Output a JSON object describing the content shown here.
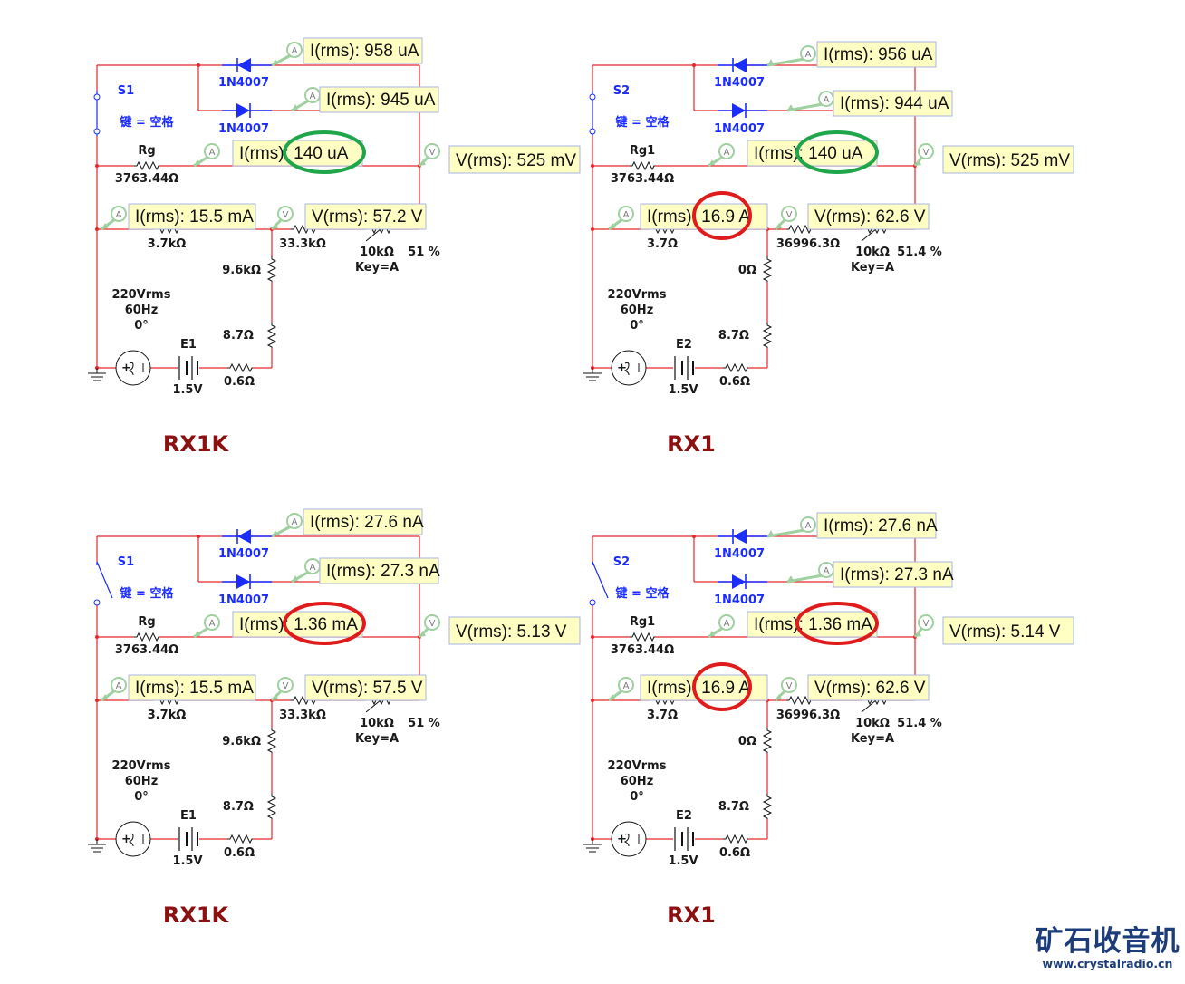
{
  "panels": [
    {
      "title": "RX1K",
      "switch_name": "S1",
      "switch_key": "键 = 空格",
      "switch_closed": true,
      "diode1": "1N4007",
      "diode2": "1N4007",
      "rg_name": "Rg",
      "rg_value": "3763.44Ω",
      "r1": "3.7kΩ",
      "r2": "33.3kΩ",
      "r3": "9.6kΩ",
      "r4": "8.7Ω",
      "r5": "0.6Ω",
      "pot": "10kΩ",
      "pot_pct": "51 %",
      "pot_key": "Key=A",
      "source": [
        "220Vrms",
        "60Hz",
        "0°"
      ],
      "battery_name": "E1",
      "battery_v": "1.5V",
      "meters": {
        "d1": "I(rms): 958 uA",
        "d2": "I(rms): 945 uA",
        "rg": "I(rms): 140 uA",
        "vrg": "V(rms): 525 mV",
        "main": "I(rms): 15.5 mA",
        "vpot": "V(rms): 57.2 V"
      },
      "highlight_rg": "#1fa64a",
      "highlight_main": null
    },
    {
      "title": "RX1",
      "switch_name": "S2",
      "switch_key": "键 = 空格",
      "switch_closed": true,
      "diode1": "1N4007",
      "diode2": "1N4007",
      "rg_name": "Rg1",
      "rg_value": "3763.44Ω",
      "r1": "3.7Ω",
      "r2": "36996.3Ω",
      "r3": "0Ω",
      "r4": "8.7Ω",
      "r5": "0.6Ω",
      "pot": "10kΩ",
      "pot_pct": "51.4 %",
      "pot_key": "Key=A",
      "source": [
        "220Vrms",
        "60Hz",
        "0°"
      ],
      "battery_name": "E2",
      "battery_v": "1.5V",
      "meters": {
        "d1": "I(rms): 956 uA",
        "d2": "I(rms): 944 uA",
        "rg": "I(rms): 140 uA",
        "vrg": "V(rms): 525 mV",
        "main": "I(rms): 16.9 A",
        "vpot": "V(rms): 62.6 V"
      },
      "highlight_rg": "#1fa64a",
      "highlight_main": "#e01b1b"
    },
    {
      "title": "RX1K",
      "switch_name": "S1",
      "switch_key": "键 = 空格",
      "switch_closed": false,
      "diode1": "1N4007",
      "diode2": "1N4007",
      "rg_name": "Rg",
      "rg_value": "3763.44Ω",
      "r1": "3.7kΩ",
      "r2": "33.3kΩ",
      "r3": "9.6kΩ",
      "r4": "8.7Ω",
      "r5": "0.6Ω",
      "pot": "10kΩ",
      "pot_pct": "51 %",
      "pot_key": "Key=A",
      "source": [
        "220Vrms",
        "60Hz",
        "0°"
      ],
      "battery_name": "E1",
      "battery_v": "1.5V",
      "meters": {
        "d1": "I(rms): 27.6 nA",
        "d2": "I(rms): 27.3 nA",
        "rg": "I(rms): 1.36 mA",
        "vrg": "V(rms): 5.13 V",
        "main": "I(rms): 15.5 mA",
        "vpot": "V(rms): 57.5 V"
      },
      "highlight_rg": "#e01b1b",
      "highlight_main": null
    },
    {
      "title": "RX1",
      "switch_name": "S2",
      "switch_key": "键 = 空格",
      "switch_closed": false,
      "diode1": "1N4007",
      "diode2": "1N4007",
      "rg_name": "Rg1",
      "rg_value": "3763.44Ω",
      "r1": "3.7Ω",
      "r2": "36996.3Ω",
      "r3": "0Ω",
      "r4": "8.7Ω",
      "r5": "0.6Ω",
      "pot": "10kΩ",
      "pot_pct": "51.4 %",
      "pot_key": "Key=A",
      "source": [
        "220Vrms",
        "60Hz",
        "0°"
      ],
      "battery_name": "E2",
      "battery_v": "1.5V",
      "meters": {
        "d1": "I(rms): 27.6 nA",
        "d2": "I(rms): 27.3 nA",
        "rg": "I(rms): 1.36 mA",
        "vrg": "V(rms): 5.14 V",
        "main": "I(rms): 16.9 A",
        "vpot": "V(rms): 62.6 V"
      },
      "highlight_rg": "#e01b1b",
      "highlight_main": "#e01b1b"
    }
  ],
  "logo": {
    "text": "矿石收音机",
    "url": "www.crystalradio.cn"
  },
  "colors": {
    "wire": "#e8262a",
    "component": "#1a2cff",
    "meter_fill": "#ffffc4",
    "meter_border": "#a9b4df",
    "probe": "#9fd09f",
    "title": "#8b1010"
  }
}
